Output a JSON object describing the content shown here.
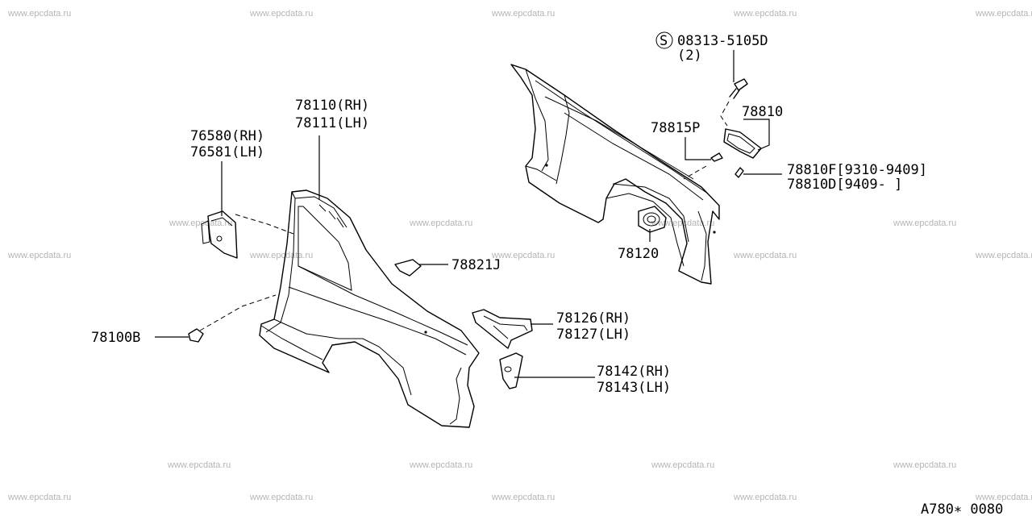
{
  "watermark_text": "www.epcdata.ru",
  "callouts": {
    "screw_number": "08313-5105D",
    "screw_symbol": "S",
    "screw_qty": "(2)",
    "p78810": "78810",
    "p78815P": "78815P",
    "p78810F": "78810F[9310-9409]",
    "p78810D": "78810D[9409-     ]",
    "p78120": "78120",
    "p78110": "78110(RH)",
    "p78111": "78111(LH)",
    "p76580": "76580(RH)",
    "p76581": "76581(LH)",
    "p78821J": "78821J",
    "p78126": "78126(RH)",
    "p78127": "78127(LH)",
    "p78100B": "78100B",
    "p78142": "78142(RH)",
    "p78143": "78143(LH)"
  },
  "figure_code": "A780∗ 0080"
}
